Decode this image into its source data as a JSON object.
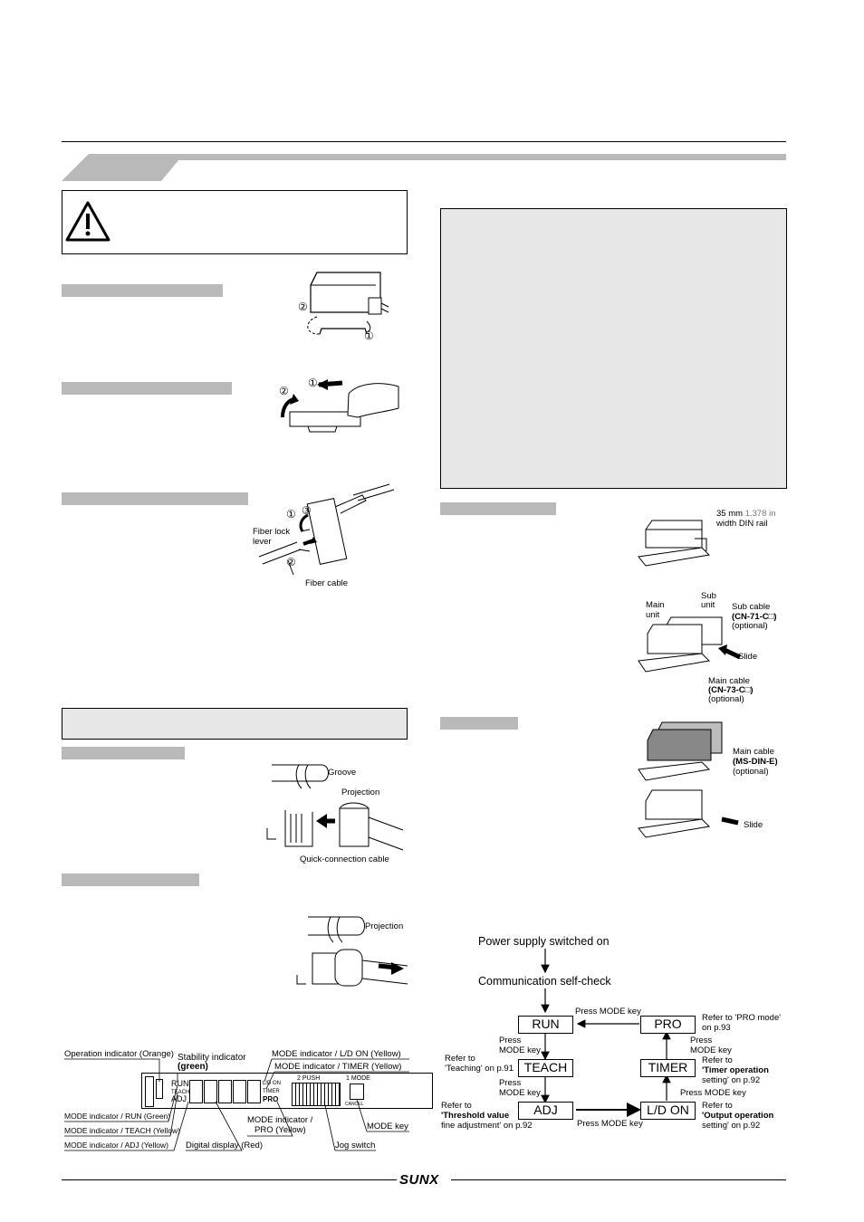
{
  "logo": "SUNX",
  "fiber_fig": {
    "lever": "Fiber lock lever",
    "cable": "Fiber cable",
    "n1": "①",
    "n2": "②",
    "n3": "③"
  },
  "mount_fig": {
    "n1": "①",
    "n2": "②"
  },
  "remove_fig": {
    "n1": "①",
    "n2": "②"
  },
  "connect_fig": {
    "groove": "Groove",
    "projection": "Projection",
    "cable": "Quick-connection cable"
  },
  "disconnect_fig": {
    "projection": "Projection"
  },
  "panel": {
    "labels": {
      "operation": "Operation indicator (Orange)",
      "stability_1": "Stability indicator",
      "stability_2": "(green)",
      "ld_on": "MODE indicator / L/D ON (Yellow)",
      "timer": "MODE indicator / TIMER (Yellow)",
      "run": "MODE indicator / RUN (Green)",
      "teach": "MODE indicator / TEACH (Yellow)",
      "adj": "MODE indicator / ADJ (Yellow)",
      "display": "Digital display (Red)",
      "pro_1": "MODE indicator /",
      "pro_2": "PRO (Yellow)",
      "jog": "Jog switch",
      "mode_key": "MODE key"
    },
    "device_text": {
      "run": "RUN",
      "teach": "TEACH",
      "adj": "ADJ",
      "ld_on": "L/D ON",
      "timer": "TIMER",
      "pro": "PRO",
      "push": "2 PUSH",
      "mode": "1 MODE",
      "cancel": "CANCEL"
    }
  },
  "din_fig": {
    "rail": "35 mm",
    "rail_in": "1.378 in",
    "rail_2": "width DIN rail",
    "main_unit_1": "Main",
    "main_unit_2": "unit",
    "sub_unit_1": "Sub",
    "sub_unit_2": "unit",
    "sub_cable_1": "Sub cable",
    "sub_cable_2": "(CN-71-C□)",
    "sub_cable_3": "(optional)",
    "slide": "Slide",
    "main_cable_1": "Main cable",
    "main_cable_2": "(CN-73-C□)",
    "main_cable_3": "(optional)"
  },
  "din_fig2": {
    "main_cable_1": "Main cable",
    "main_cable_2": "(MS-DIN-E)",
    "main_cable_3": "(optional)",
    "slide": "Slide"
  },
  "flowchart": {
    "power": "Power supply switched on",
    "selfcheck": "Communication self-check",
    "run": "RUN",
    "teach": "TEACH",
    "adj": "ADJ",
    "pro": "PRO",
    "timer": "TIMER",
    "ldon": "L/D ON",
    "press_top": "Press MODE key",
    "press_run_teach_1": "Press",
    "press_run_teach_2": "MODE key",
    "press_teach_adj_1": "Press",
    "press_teach_adj_2": "MODE key",
    "press_adj_ldon": "Press MODE key",
    "press_ldon_timer": "Press MODE key",
    "press_timer_pro_1": "Press",
    "press_timer_pro_2": "MODE key",
    "ref_teach_1": "Refer to",
    "ref_teach_2": "'Teaching' on p.91",
    "ref_adj_1": "Refer to",
    "ref_adj_2": "'Threshold value",
    "ref_adj_3": "fine adjustment' on p.92",
    "ref_pro_1": "Refer to 'PRO mode'",
    "ref_pro_2": "on p.93",
    "ref_timer_1": "Refer to",
    "ref_timer_2": "'Timer operation",
    "ref_timer_3": "setting' on p.92",
    "ref_ldon_1": "Refer to",
    "ref_ldon_2": "'Output operation",
    "ref_ldon_3": "setting' on p.92"
  }
}
